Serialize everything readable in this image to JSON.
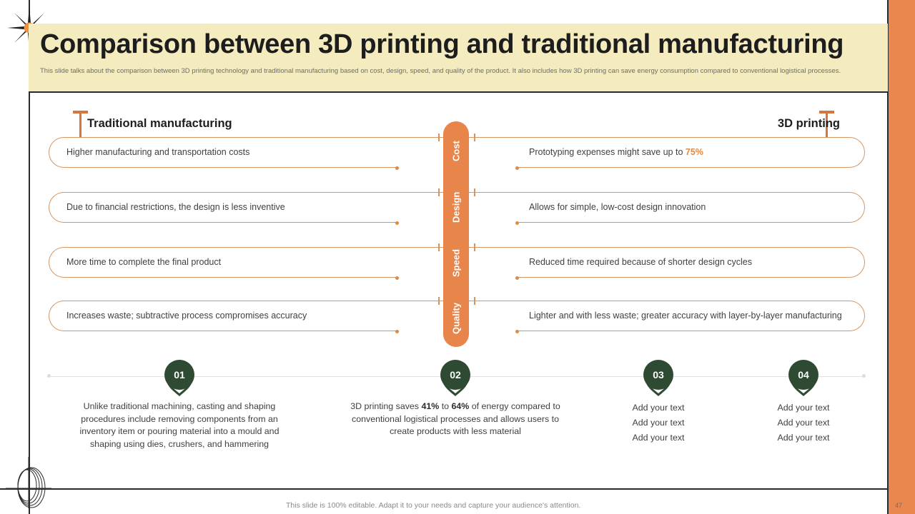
{
  "slide": {
    "title": "Comparison between 3D printing and traditional manufacturing",
    "subtitle": "This slide talks about the comparison between 3D printing technology and traditional manufacturing based on cost, design, speed, and quality of the product. It also includes how 3D printing can save energy consumption compared to conventional logistical processes.",
    "footer_note": "This slide is 100% editable. Adapt it to your needs and capture your audience's attention.",
    "page_number": "47"
  },
  "colors": {
    "accent_orange": "#E8854A",
    "pill_border": "#D89560",
    "header_cream": "#F4EBBE",
    "badge_green": "#2E4A33",
    "highlight": "#E08A43"
  },
  "comparison": {
    "left_heading": "Traditional manufacturing",
    "right_heading": "3D printing",
    "categories": [
      "Cost",
      "Design",
      "Speed",
      "Quality"
    ],
    "left_rows": [
      "Higher manufacturing and transportation costs",
      "Due to financial restrictions, the design is less inventive",
      "More time to complete the final product",
      "Increases waste; subtractive process compromises accuracy"
    ],
    "right_rows": [
      {
        "prefix": "Prototyping expenses might save up to ",
        "highlight": "75%",
        "suffix": ""
      },
      {
        "prefix": "Allows for simple, low-cost design innovation",
        "highlight": "",
        "suffix": ""
      },
      {
        "prefix": "Reduced time required because of shorter design cycles",
        "highlight": "",
        "suffix": ""
      },
      {
        "prefix": "Lighter and with less waste; greater accuracy with layer-by-layer manufacturing",
        "highlight": "",
        "suffix": ""
      }
    ]
  },
  "steps": [
    {
      "number": "01",
      "text": "Unlike traditional machining, casting and shaping procedures include removing components from an inventory item or pouring material into a mould and shaping using dies, crushers, and hammering",
      "lines": []
    },
    {
      "number": "02",
      "text": "3D printing saves 41% to 64% of energy compared to conventional logistical processes and allows users to create products with less material",
      "lines": []
    },
    {
      "number": "03",
      "text": "",
      "lines": [
        "Add your text",
        "Add your text",
        "Add your text"
      ]
    },
    {
      "number": "04",
      "text": "",
      "lines": [
        "Add your text",
        "Add your text",
        "Add your text"
      ]
    }
  ]
}
